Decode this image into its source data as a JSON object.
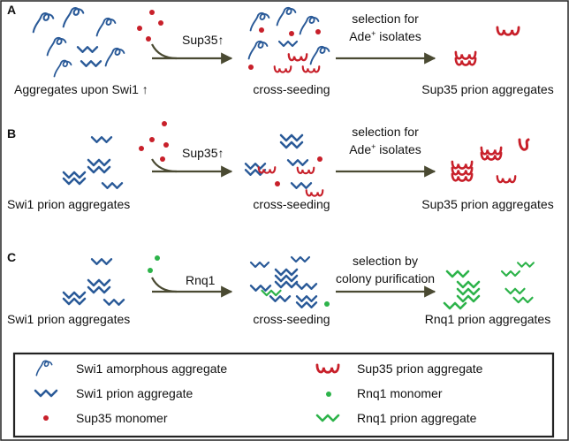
{
  "panels": {
    "a": {
      "letter": "A",
      "start_label": "Aggregates upon Swi1 ↑",
      "arrow1_label": "Sup35↑",
      "mid_label": "cross-seeding",
      "sel_line1": "selection for",
      "sel_line2_pre": "Ade",
      "sel_sup": "+",
      "sel_line2_post": " isolates",
      "end_label": "Sup35 prion aggregates"
    },
    "b": {
      "letter": "B",
      "start_label": "Swi1 prion aggregates",
      "arrow1_label": "Sup35↑",
      "mid_label": "cross-seeding",
      "sel_line1": "selection for",
      "sel_line2_pre": "Ade",
      "sel_sup": "+",
      "sel_line2_post": " isolates",
      "end_label": "Sup35 prion aggregates"
    },
    "c": {
      "letter": "C",
      "start_label": "Swi1 prion aggregates",
      "arrow1_label": "Rnq1",
      "mid_label": "cross-seeding",
      "sel_line1": "selection by",
      "sel_line2": "colony purification",
      "end_label": "Rnq1 prion aggregates"
    }
  },
  "legend": {
    "swi1_amorphous": "Swi1 amorphous aggregate",
    "swi1_prion": "Swi1 prion aggregate",
    "sup35_monomer": "Sup35 monomer",
    "sup35_prion": "Sup35 prion aggregate",
    "rnq1_monomer": "Rnq1 monomer",
    "rnq1_prion": "Rnq1 prion aggregate"
  },
  "colors": {
    "swi1": "#2a5a98",
    "sup35": "#c8202a",
    "rnq1": "#2db34a",
    "arrow": "#4a4a32",
    "frame": "#222222"
  }
}
